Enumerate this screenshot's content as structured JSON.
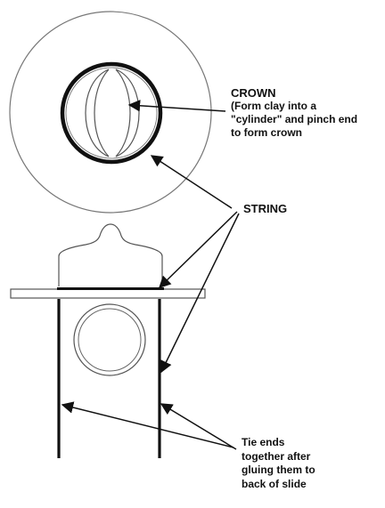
{
  "labels": {
    "crown_title": "CROWN",
    "crown_desc": [
      "(Form clay into a",
      "\"cylinder\" and pinch end",
      "to form crown"
    ],
    "string": "STRING",
    "tie_note": [
      "Tie ends",
      "together after",
      "gluing them to",
      "back of slide"
    ]
  },
  "colors": {
    "ink": "#111111",
    "outline": "#555555",
    "background": "#ffffff"
  }
}
